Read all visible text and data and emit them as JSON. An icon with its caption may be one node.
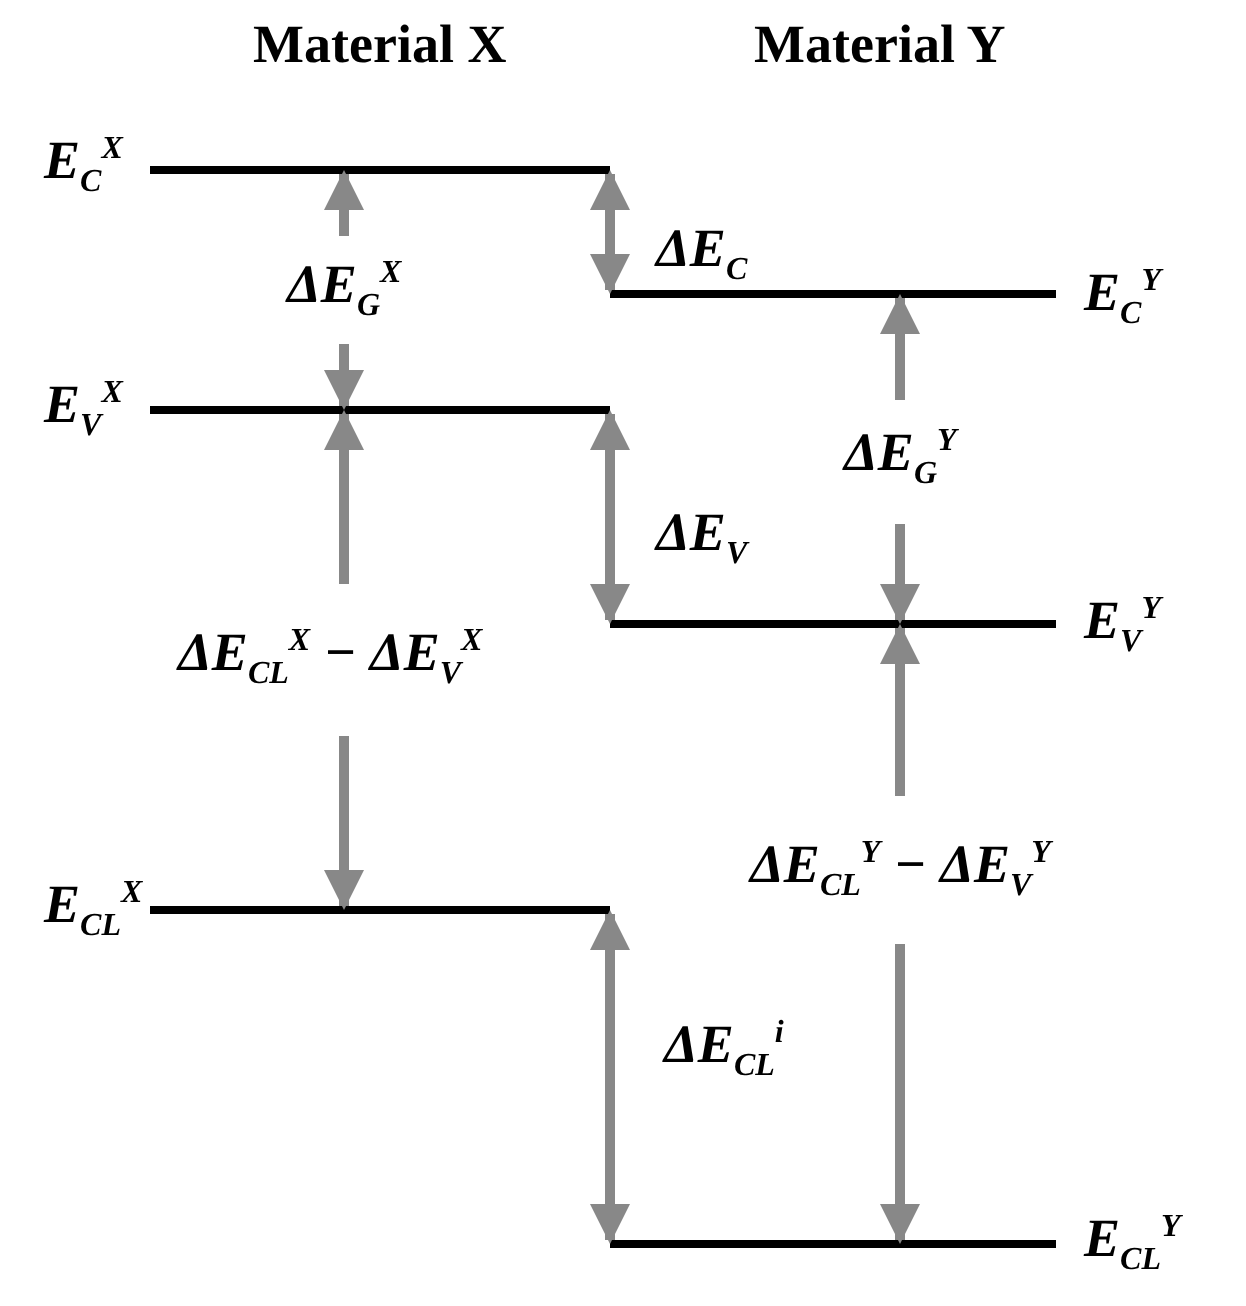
{
  "diagram": {
    "labels": [
      "Material X",
      "Material Y",
      "E$_{C}$$^{X}$",
      "ΔE$_{C}$",
      "ΔE$_{G}$$^{X}$",
      "E$_{C}$$^{Y}$",
      "E$_{V}$$^{X}$",
      "ΔE$_{G}$$^{Y}$",
      "ΔE$_{V}$",
      "E$_{V}$$^{Y}$",
      "ΔE$_{CL}$$^{X}$ − ΔE$_{V}$$^{X}$",
      "E$_{CL}$$^{X}$",
      "ΔE$_{CL}$$^{Y}$ − ΔE$_{V}$$^{Y}$",
      "ΔE$_{CL}$$^{i}$",
      "E$_{CL}$$^{Y}$"
    ]
  }
}
